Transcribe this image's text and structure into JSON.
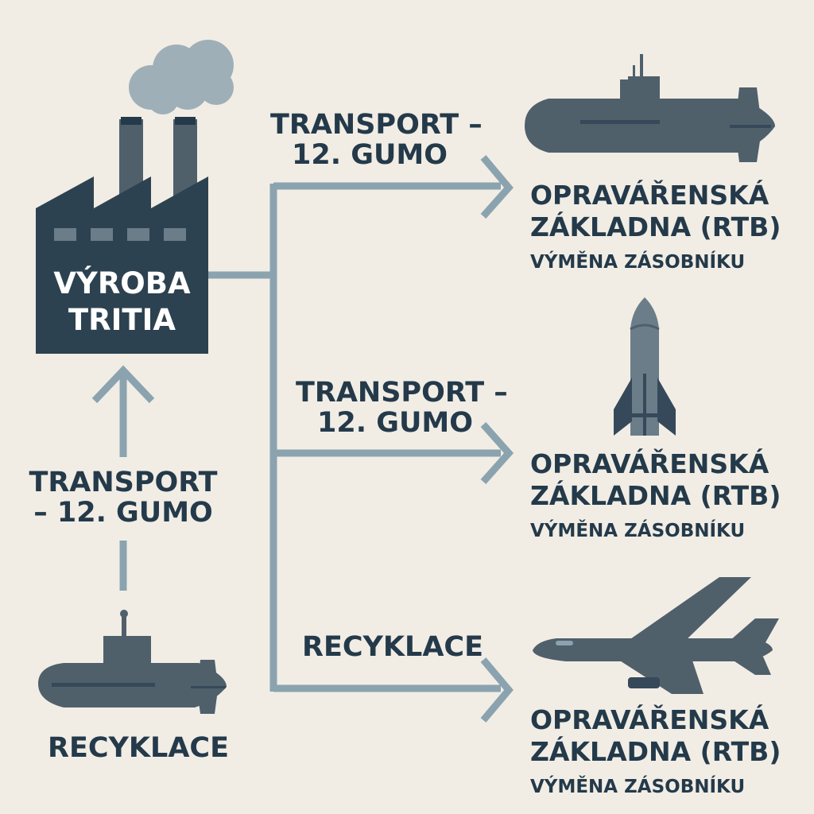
{
  "factory": {
    "line1": "VÝROBA",
    "line2": "TRITIA"
  },
  "flows": [
    {
      "line1": "TRANSPORT –",
      "line2": "12. GUMO"
    },
    {
      "line1": "TRANSPORT –",
      "line2": "12. GUMO"
    },
    {
      "line1": "RECYKLACE"
    }
  ],
  "return_flow": {
    "line1": "TRANSPORT",
    "line2": "– 12. GUMO"
  },
  "bases": [
    {
      "vehicle_icon": "submarine-icon",
      "title1": "OPRAVÁŘENSKÁ",
      "title2": "ZÁKLADNA (RTB)",
      "sub": "VÝMĚNA ZÁSOBNÍKU"
    },
    {
      "vehicle_icon": "missile-icon",
      "title1": "OPRAVÁŘENSKÁ",
      "title2": "ZÁKLADNA (RTB)",
      "sub": "VÝMĚNA ZÁSOBNÍKU"
    },
    {
      "vehicle_icon": "airplane-icon",
      "title1": "OPRAVÁŘENSKÁ",
      "title2": "ZÁKLADNA (RTB)",
      "sub": "VÝMĚNA ZÁSOBNÍKU"
    }
  ],
  "recycle": {
    "label": "RECYKLACE",
    "icon": "submarine-icon"
  },
  "colors": {
    "background": "#f1ede5",
    "dark": "#2d4250",
    "slate": "#4f606b",
    "connector": "#8aa3af",
    "smoke": "#9eafb8",
    "text": "#243a4a"
  }
}
